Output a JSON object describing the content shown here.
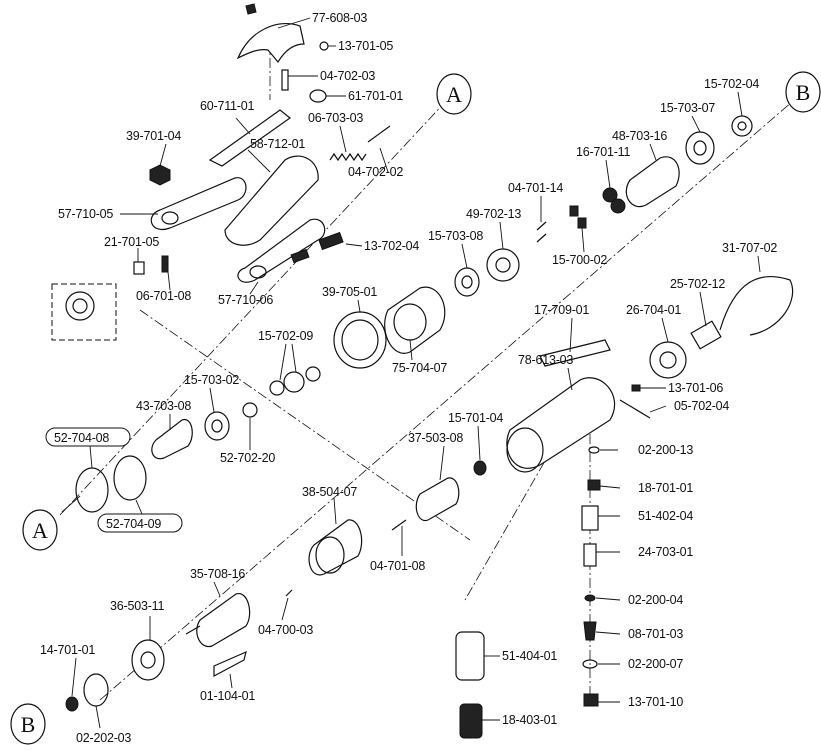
{
  "parts": [
    "77-608-03",
    "13-701-05",
    "04-702-03",
    "61-701-01",
    "60-711-01",
    "39-701-04",
    "06-703-03",
    "04-702-02",
    "58-712-01",
    "57-710-05",
    "21-701-05",
    "06-701-08",
    "13-702-04",
    "57-710-06",
    "15-702-04",
    "15-703-07",
    "48-703-16",
    "16-701-11",
    "04-701-14",
    "49-702-13",
    "15-700-02",
    "15-703-08",
    "31-707-02",
    "25-702-12",
    "26-704-01",
    "39-705-01",
    "75-704-07",
    "15-702-09",
    "15-703-02",
    "43-703-08",
    "52-702-20",
    "52-704-08",
    "52-704-09",
    "17-709-01",
    "78-613-03",
    "13-701-06",
    "05-702-04",
    "15-701-04",
    "37-503-08",
    "02-200-13",
    "18-701-01",
    "38-504-07",
    "51-402-04",
    "04-701-08",
    "24-703-01",
    "35-708-16",
    "36-503-11",
    "04-700-03",
    "02-200-04",
    "08-701-03",
    "51-404-01",
    "02-200-07",
    "14-701-01",
    "01-104-01",
    "13-701-10",
    "02-202-03",
    "18-403-01"
  ],
  "boxed_labels": [
    "52-704-08",
    "52-704-09"
  ],
  "callouts": [
    "A",
    "A",
    "B",
    "B"
  ]
}
